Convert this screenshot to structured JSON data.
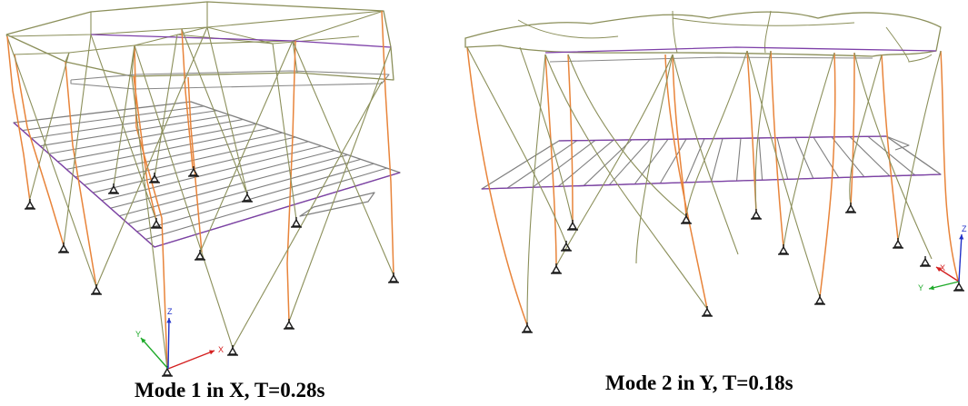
{
  "panels": [
    {
      "caption": "Mode 1 in X, T=0.28s",
      "axes": {
        "x": "X",
        "y": "Y",
        "z": "Z"
      }
    },
    {
      "caption": "Mode 2 in Y, T=0.18s",
      "axes": {
        "x": "X",
        "y": "Y",
        "z": "Z"
      }
    }
  ],
  "colors": {
    "brace": "#8b8f5a",
    "column": "#e8843a",
    "beam_highlight": "#7d3fa8",
    "slab": "#7f7f7f",
    "support": "#1a1a1a",
    "axis_x": "#d42020",
    "axis_y": "#1faa2a",
    "axis_z": "#2030c8"
  }
}
